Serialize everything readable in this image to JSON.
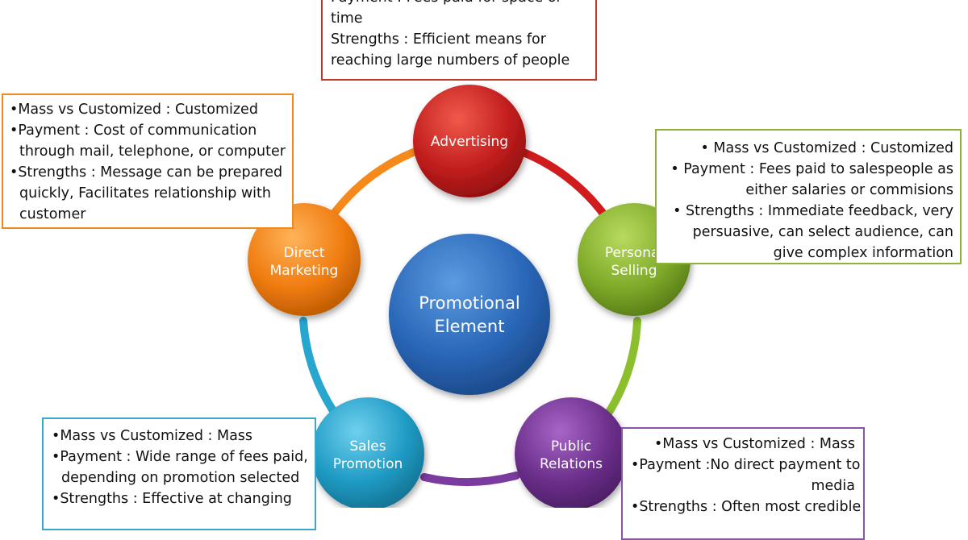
{
  "center": {
    "label_lines": [
      "Promotional",
      "Element"
    ]
  },
  "nodes": {
    "advertising": {
      "label_lines": [
        "Advertising"
      ],
      "color": "#c21e1e"
    },
    "personal_selling": {
      "label_lines": [
        "Personal",
        "Selling"
      ],
      "color": "#7fab2a"
    },
    "public_relations": {
      "label_lines": [
        "Public",
        "Relations"
      ],
      "color": "#6b2f8a"
    },
    "sales_promotion": {
      "label_lines": [
        "Sales",
        "Promotion"
      ],
      "color": "#1f9bc4"
    },
    "direct_marketing": {
      "label_lines": [
        "Direct",
        "Marketing"
      ],
      "color": "#f07c10"
    }
  },
  "boxes": {
    "advertising": {
      "border_color": "#c0392b",
      "lines": [
        "Payment : Fees paid for space or",
        "time",
        "Strengths : Efficient means for",
        "reaching large numbers of people"
      ]
    },
    "direct_marketing": {
      "border_color": "#f08a1c",
      "lines": [
        "•Mass vs Customized : Customized",
        "•Payment : Cost of communication",
        "through mail, telephone, or computer",
        "•Strengths : Message can be prepared",
        "quickly, Facilitates relationship with",
        "customer"
      ]
    },
    "personal_selling": {
      "border_color": "#8db13a",
      "lines": [
        "• Mass vs Customized : Customized",
        "• Payment : Fees paid to salespeople as",
        "either salaries or commisions",
        "• Strengths : Immediate feedback,  very",
        "persuasive, can select audience, can",
        "give complex  information"
      ]
    },
    "sales_promotion": {
      "border_color": "#3aa8c9",
      "lines": [
        "•Mass vs Customized : Mass",
        "•Payment : Wide range of fees paid,",
        "depending on promotion selected",
        "•Strengths : Effective at changing"
      ]
    },
    "public_relations": {
      "border_color": "#8a53a6",
      "lines": [
        "•Mass vs Customized : Mass",
        "•Payment :No direct payment to",
        "media",
        "•Strengths : Often most credible"
      ]
    }
  }
}
